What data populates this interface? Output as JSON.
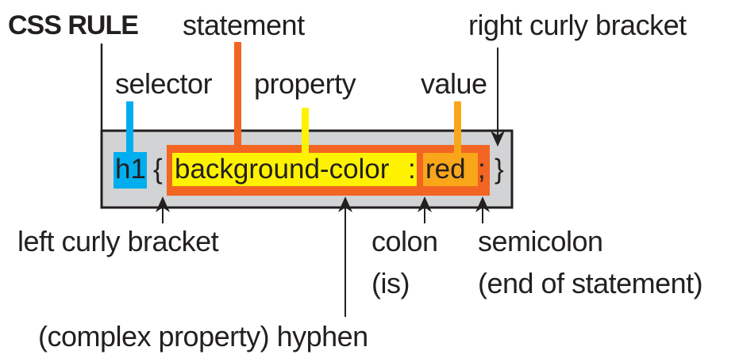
{
  "diagram": {
    "title": "CSS RULE",
    "code": {
      "selector": "h1",
      "open_brace": "{",
      "property": "background-color",
      "colon": ":",
      "value": "red",
      "semicolon": ";",
      "close_brace": "}"
    },
    "top_labels": {
      "statement": "statement",
      "selector": "selector",
      "property": "property",
      "value": "value",
      "right_curly": "right curly bracket"
    },
    "bottom_labels": {
      "left_curly": "left curly bracket",
      "colon": "colon",
      "colon_note": "(is)",
      "semicolon": "semicolon",
      "semicolon_note": "(end of statement)",
      "hyphen": "(complex property) hyphen"
    },
    "colors": {
      "rule_box": "#d1d3d4",
      "selector": "#00aeef",
      "statement": "#f26522",
      "property": "#fff200",
      "value": "#faa61a",
      "ink": "#231f20"
    }
  }
}
